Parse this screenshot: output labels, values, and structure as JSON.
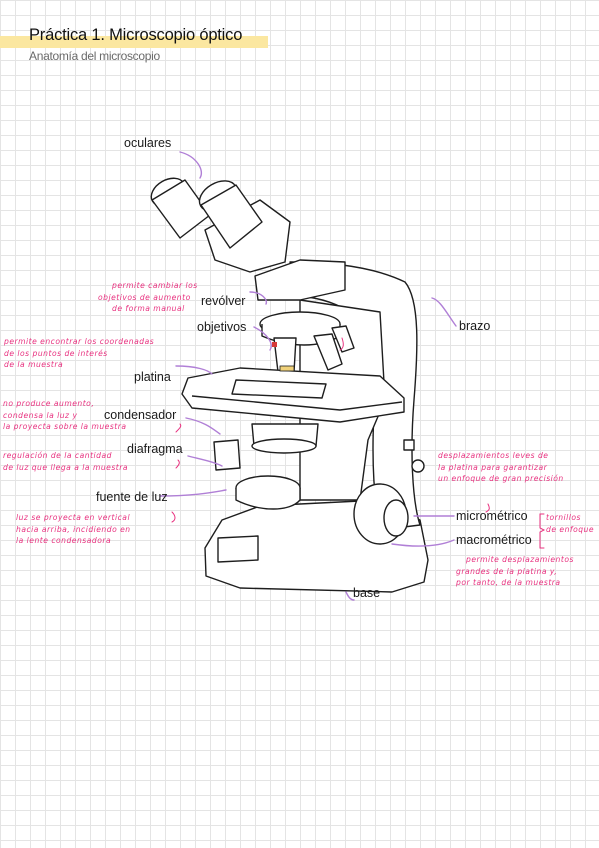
{
  "header": {
    "title": "Práctica 1. Microscopio óptico",
    "subtitle": "Anatomía del microscopio"
  },
  "labels": {
    "oculares": "oculares",
    "revolver": "revólver",
    "objetivos": "objetivos",
    "platina": "platina",
    "condensador": "condensador",
    "diafragma": "diafragma",
    "fuente_luz": "fuente de luz",
    "brazo": "brazo",
    "micrometrico": "micrométrico",
    "macrometrico": "macrométrico",
    "base": "base"
  },
  "notes": {
    "revolver": [
      "permite cambiar los",
      "objetivos de aumento",
      "de forma manual"
    ],
    "platina": [
      "permite encontrar los coordenadas",
      "de los puntos de interés",
      "de la muestra"
    ],
    "condensador": [
      "no produce aumento,",
      "condensa la luz y",
      "la proyecta sobre la muestra"
    ],
    "diafragma": [
      "regulación de la cantidad",
      "de luz que llega a la muestra"
    ],
    "fuente_luz": [
      "luz se proyecta en vertical",
      "hacia arriba, incidiendo en",
      "la lente condensadora"
    ],
    "micrometrico": [
      "desplazamientos leves de",
      "la platina para garantizar",
      "un enfoque de gran precisión"
    ],
    "tornillos": [
      "tornillos",
      "de enfoque"
    ],
    "macrometrico": [
      "permite desplazamientos",
      "grandes de la platina y,",
      "por tanto, de la muestra"
    ]
  }
}
